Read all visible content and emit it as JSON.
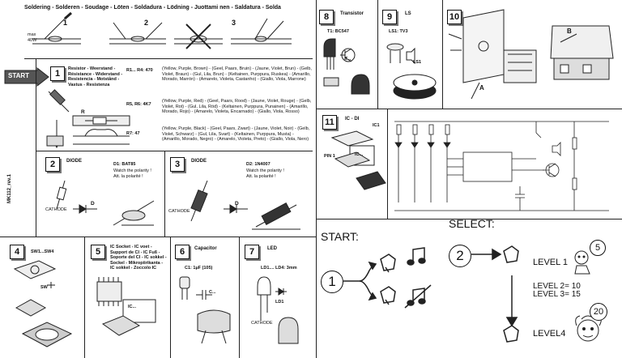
{
  "header": {
    "soldering_title": "Soldering - Solderen - Soudage - Löten - Soldadura - Lödning - Juottami nen - Saldatura - Solda",
    "power_note": "max 40W",
    "steps": [
      "1",
      "2",
      "3"
    ]
  },
  "side_label": "MK112_rev.1",
  "start_arrow": "START",
  "sec1": {
    "num": "1",
    "title": "Resistor - Weerstand - Résistance - Widerstand - Resistencia - Motstånd - Vastus - Resistenza",
    "parts": [
      {
        "ref": "R1... R4: 470",
        "text": "(Yellow, Purple, Brown) - (Geel, Paars, Bruin) - (Jaune, Violet, Brun) - (Gelb, Violet, Braun) - (Gul, Lila, Brun) - (Keltainen, Purppura, Ruskea) - (Amarillo, Morado, Marrón) - (Amarelo, Violeta, Castanho) - (Giallo, Viola, Marrone)"
      },
      {
        "ref": "R5, R6: 4K7",
        "text": "(Yellow, Purple, Red) - (Geel, Paars, Rood) - (Jaune, Violet, Rouge) - (Gelb, Violet, Rot) - (Gul, Lila, Röd) - (Keltainen, Purppura, Punainen) - (Amarillo, Morado, Rojo) - (Amarelo, Violeta, Encarnado) - (Giallo, Viola, Rosso)"
      },
      {
        "ref": "R7: 47",
        "text": "(Yellow, Purple, Black) - (Geel, Paars, Zwart) - (Jaune, Violet, Noir) - (Gelb, Violet, Schwarz) - (Gul, Lila, Svart) - (Keltainen, Purppura, Musta) - (Amarillo, Morado, Negro) - (Amarelo, Violeta, Preto) - (Giallo, Viola, Nero)"
      }
    ],
    "r_label": "R"
  },
  "sec2": {
    "num": "2",
    "title": "DIODE",
    "ref": "D1: BAT85",
    "note1": "Watch the polarity !",
    "note2": "Att. la polarité !",
    "cathode": "CATHODE",
    "d": "D"
  },
  "sec3": {
    "num": "3",
    "title": "DIODE",
    "ref": "D2: 1N4007",
    "note1": "Watch the polarity !",
    "note2": "Att. la polarité !",
    "cathode": "CATHODE",
    "d": "D"
  },
  "sec4": {
    "num": "4",
    "ref": "SW1...SW4",
    "sw": "SW"
  },
  "sec5": {
    "num": "5",
    "title": "IC Socket - IC voet - Support de CI - IC Fuß - Soporte del CI - IC sokkel - Sockel - Mikropiirikanta - IC sokkel - Zoccolo IC",
    "ic": "IC..."
  },
  "sec6": {
    "num": "6",
    "title": "Capacitor",
    "ref": "C1: 1µF (105)",
    "c": "C..."
  },
  "sec7": {
    "num": "7",
    "title": "LED",
    "ref": "LD1.... LD4: 3mm",
    "ld": "LD1",
    "cathode": "CATHODE"
  },
  "sec8": {
    "num": "8",
    "title": "Transistor",
    "ref": "T1: BC547",
    "t": "T..."
  },
  "sec9": {
    "num": "9",
    "title": "LS",
    "ref": "LS1: TV3",
    "ls": "LS1"
  },
  "sec10": {
    "num": "10",
    "a": "A",
    "b": "B"
  },
  "sec11": {
    "num": "11",
    "title": "IC - DI",
    "ref": "IC1",
    "pin": "PIN 1",
    "ic": "IC..."
  },
  "game": {
    "start_label": "START:",
    "select_label": "SELECT:",
    "step1": "1",
    "step2": "2",
    "level1": "LEVEL 1",
    "level23": "LEVEL 2= 10",
    "level3": "LEVEL 3= 15",
    "level4": "LEVEL4",
    "age1": "5",
    "age4": "20"
  }
}
